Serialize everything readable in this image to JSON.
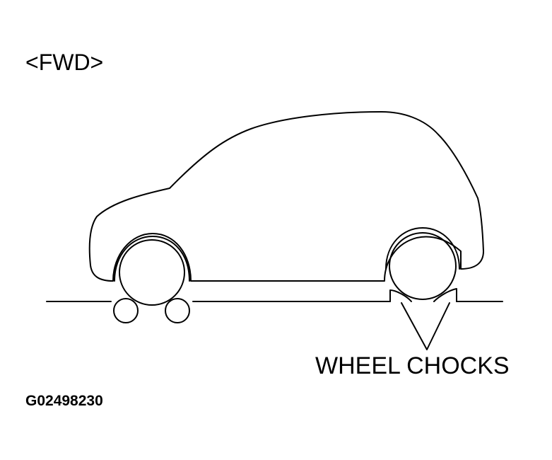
{
  "heading": "<FWD>",
  "callout_label": "WHEEL CHOCKS",
  "figure_id": "G02498230",
  "colors": {
    "line": "#000000",
    "background": "#ffffff"
  }
}
